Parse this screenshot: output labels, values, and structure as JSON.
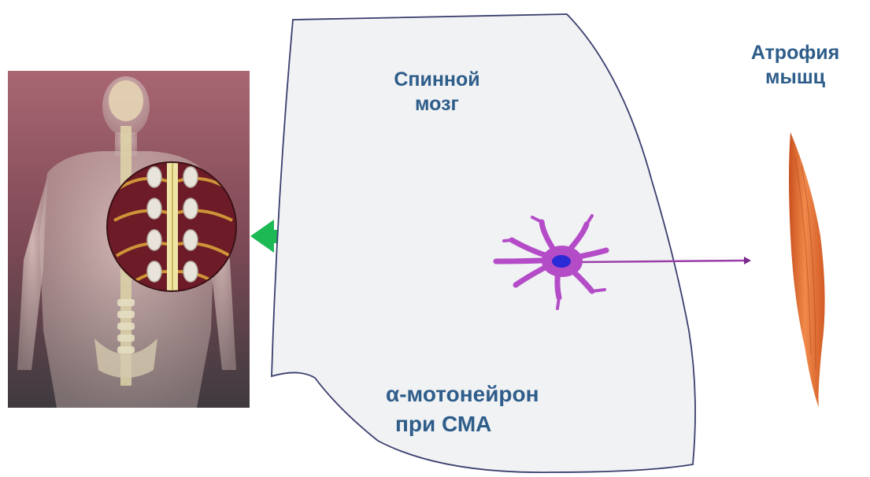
{
  "labels": {
    "spinal_cord": [
      "Спинной",
      "мозг"
    ],
    "muscle_atrophy": [
      "Атрофия",
      "мышц"
    ],
    "motor_neuron": [
      "α-мотонейрон",
      "при СМА"
    ]
  },
  "colors": {
    "text": "#2e5d8a",
    "arrow": "#1db954",
    "neuron": "#b44cc8",
    "nucleus": "#2a2ad6",
    "region_fill": "#f1f2f4",
    "region_stroke": "#3a3f6e",
    "muscle": "#e8773a",
    "panel_top": "#9c5a66",
    "panel_bottom": "#4a3e44"
  },
  "icons": {
    "body": "human-spine-anatomy-icon",
    "arrow": "arrow-left-icon",
    "neuron": "motor-neuron-icon",
    "muscle": "muscle-fiber-icon"
  }
}
